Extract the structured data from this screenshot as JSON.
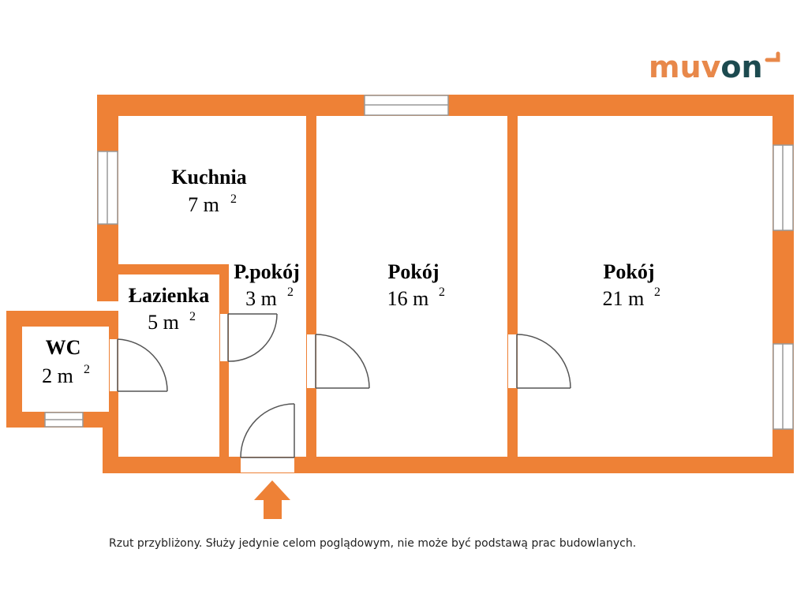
{
  "brand": {
    "logo_part1": "muv",
    "logo_part2": "on",
    "colors": {
      "part1": "#e8884a",
      "part2": "#1c4a4f"
    }
  },
  "colors": {
    "wall": "#ee8136",
    "door_line": "#555555",
    "window_line": "#999999",
    "arrow": "#ee8136"
  },
  "rooms": [
    {
      "name": "Kuchnia",
      "area": "7 m",
      "sup": "2"
    },
    {
      "name": "Łazienka",
      "area": "5 m",
      "sup": "2"
    },
    {
      "name": "WC",
      "area": "2 m",
      "sup": "2"
    },
    {
      "name": "P.pokój",
      "area": "3 m",
      "sup": "2"
    },
    {
      "name": "Pokój",
      "area": "16 m",
      "sup": "2"
    },
    {
      "name": "Pokój",
      "area": "21 m",
      "sup": "2"
    }
  ],
  "entrance_icon": "entrance-arrow-icon",
  "disclaimer": "Rzut przybliżony. Służy jedynie celom poglądowym, nie może być podstawą prac budowlanych."
}
